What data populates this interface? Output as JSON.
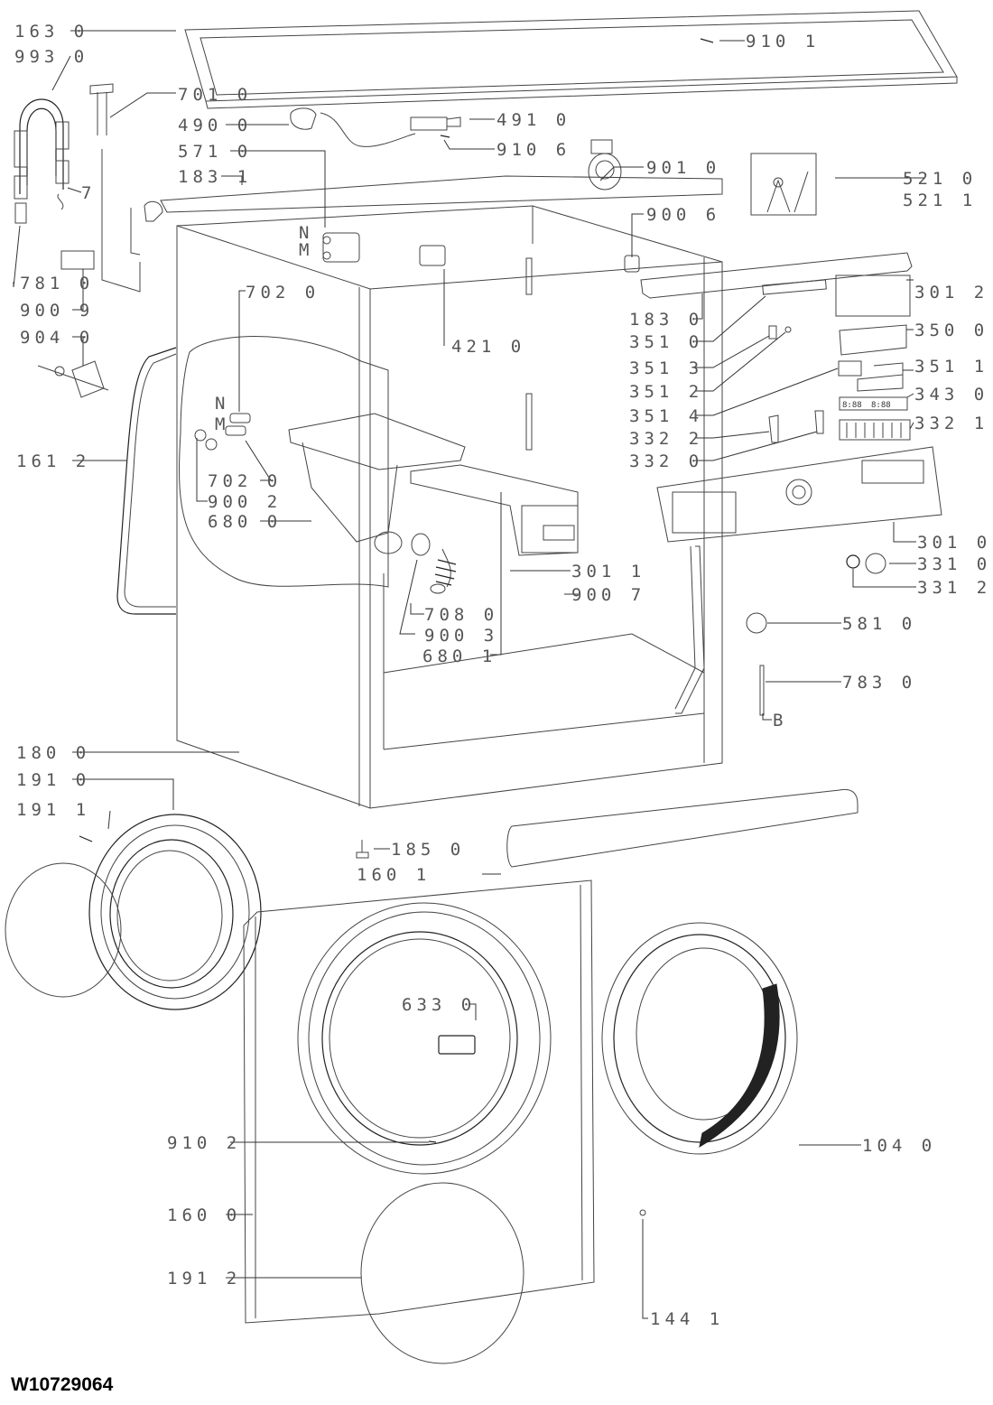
{
  "document": {
    "type": "exploded-parts-diagram",
    "doc_number": "W10729064"
  },
  "callouts": [
    {
      "id": "c163_0",
      "text": "163 0"
    },
    {
      "id": "c993_0",
      "text": "993 0"
    },
    {
      "id": "c701_0",
      "text": "701 0"
    },
    {
      "id": "c490_0",
      "text": "490 0"
    },
    {
      "id": "c571_0",
      "text": "571 0"
    },
    {
      "id": "c183_1",
      "text": "183 1"
    },
    {
      "id": "c7",
      "text": "7"
    },
    {
      "id": "c781_0",
      "text": "781 0"
    },
    {
      "id": "c900_9",
      "text": "900 9"
    },
    {
      "id": "c904_0",
      "text": "904 0"
    },
    {
      "id": "c702_0a",
      "text": "702 0"
    },
    {
      "id": "c161_2",
      "text": "161 2"
    },
    {
      "id": "c702_0b",
      "text": "702 0"
    },
    {
      "id": "c900_2",
      "text": "900 2"
    },
    {
      "id": "c680_0",
      "text": "680 0"
    },
    {
      "id": "c708_0",
      "text": "708 0"
    },
    {
      "id": "c900_3",
      "text": "900 3"
    },
    {
      "id": "c680_1",
      "text": "680 1"
    },
    {
      "id": "c301_1",
      "text": "301 1"
    },
    {
      "id": "c900_7",
      "text": "900 7"
    },
    {
      "id": "c421_0",
      "text": "421 0"
    },
    {
      "id": "c910_1",
      "text": "910 1"
    },
    {
      "id": "c491_0",
      "text": "491 0"
    },
    {
      "id": "c910_6",
      "text": "910 6"
    },
    {
      "id": "c901_0",
      "text": "901 0"
    },
    {
      "id": "c900_6",
      "text": "900 6"
    },
    {
      "id": "c521_0",
      "text": "521 0"
    },
    {
      "id": "c521_1",
      "text": "521 1"
    },
    {
      "id": "c183_0",
      "text": "183 0"
    },
    {
      "id": "c301_2",
      "text": "301 2"
    },
    {
      "id": "c351_0",
      "text": "351 0"
    },
    {
      "id": "c350_0",
      "text": "350 0"
    },
    {
      "id": "c351_3",
      "text": "351 3"
    },
    {
      "id": "c351_2",
      "text": "351 2"
    },
    {
      "id": "c351_1",
      "text": "351 1"
    },
    {
      "id": "c351_4",
      "text": "351 4"
    },
    {
      "id": "c343_0",
      "text": "343 0"
    },
    {
      "id": "c332_2",
      "text": "332 2"
    },
    {
      "id": "c332_1",
      "text": "332 1"
    },
    {
      "id": "c332_0",
      "text": "332 0"
    },
    {
      "id": "c301_0",
      "text": "301 0"
    },
    {
      "id": "c331_0",
      "text": "331 0"
    },
    {
      "id": "c331_2",
      "text": "331 2"
    },
    {
      "id": "c581_0",
      "text": "581 0"
    },
    {
      "id": "c783_0",
      "text": "783 0"
    },
    {
      "id": "cB",
      "text": "B"
    },
    {
      "id": "c180_0",
      "text": "180 0"
    },
    {
      "id": "c191_0",
      "text": "191 0"
    },
    {
      "id": "c191_1",
      "text": "191 1"
    },
    {
      "id": "c185_0",
      "text": "185 0"
    },
    {
      "id": "c160_1",
      "text": "160 1"
    },
    {
      "id": "c633_0",
      "text": "633 0"
    },
    {
      "id": "c910_2",
      "text": "910 2"
    },
    {
      "id": "c104_0",
      "text": "104 0"
    },
    {
      "id": "c160_0",
      "text": "160 0"
    },
    {
      "id": "c191_2",
      "text": "191 2"
    },
    {
      "id": "c144_1",
      "text": "144 1"
    }
  ],
  "markers": {
    "valve_n": "N",
    "valve_m": "M",
    "hose_n": "N",
    "hose_m": "M"
  },
  "display_segments": [
    "8:88",
    "8:88"
  ]
}
